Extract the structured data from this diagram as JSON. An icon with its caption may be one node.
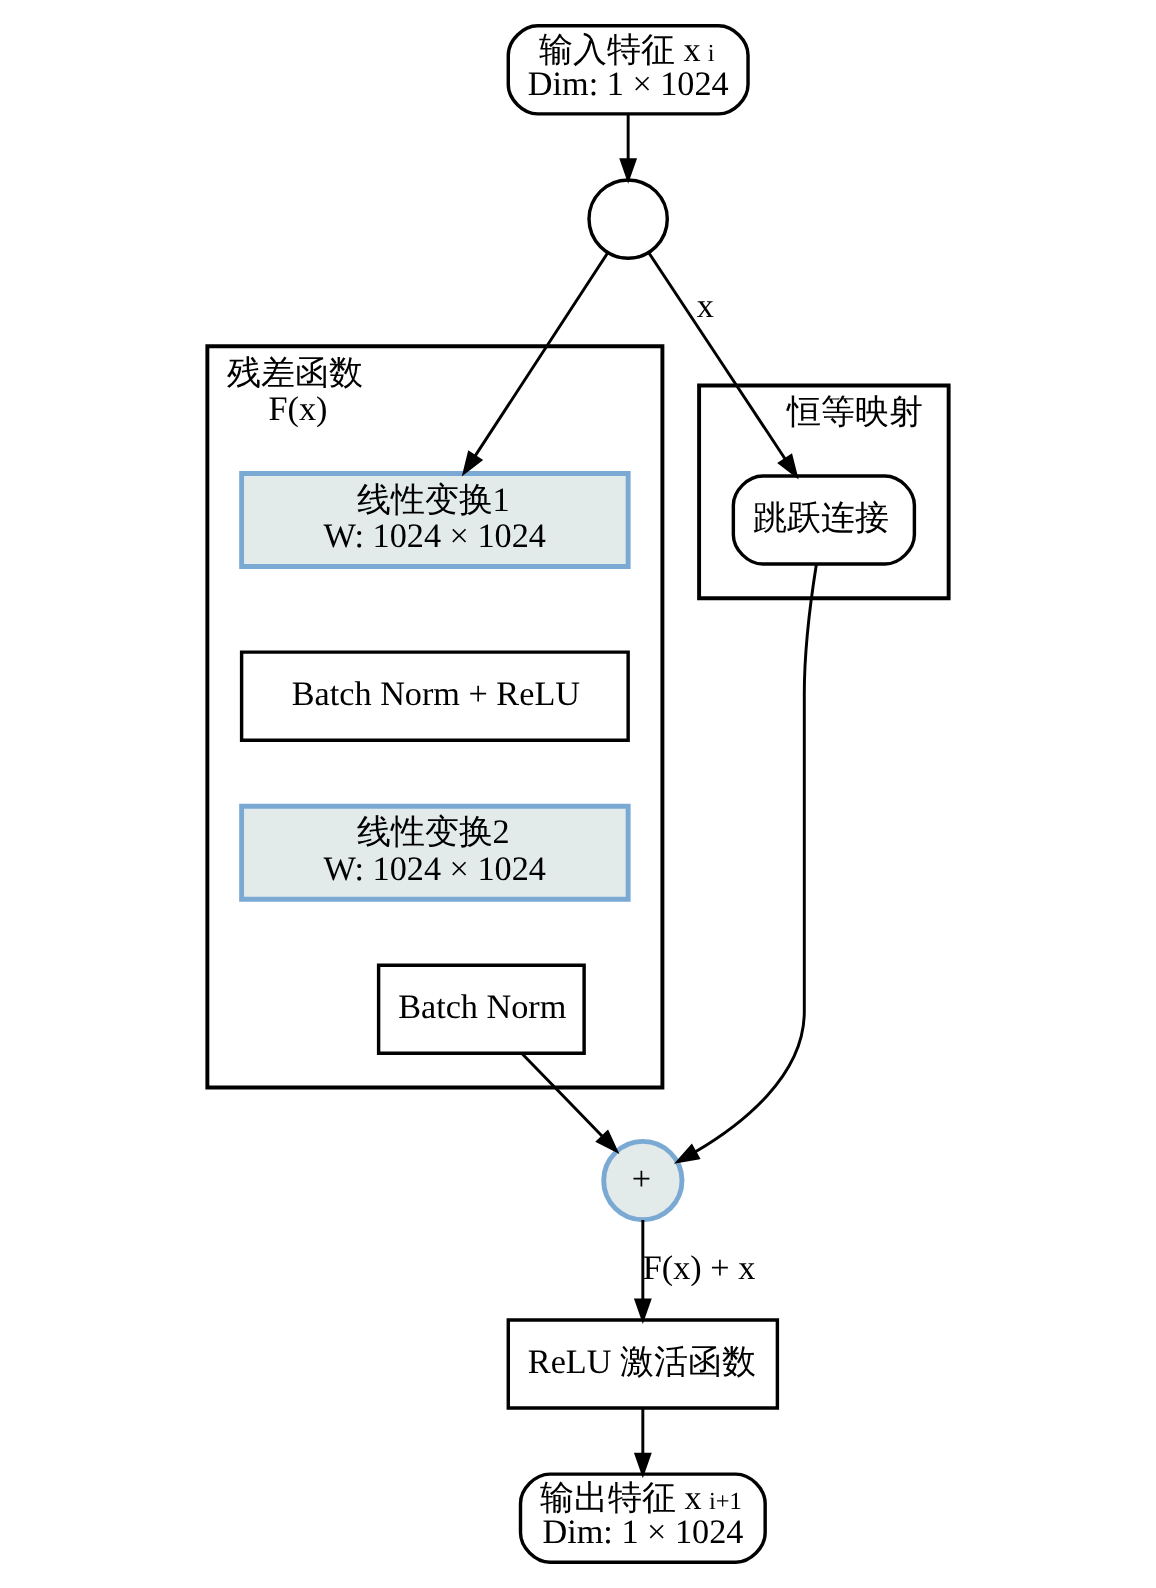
{
  "diagram": {
    "nodes": [
      {
        "text": [
          "输入特征 x$_{i}$",
          "Dim: 1 × 1024"
        ]
      },
      {
        "text": [],
        "shape": "circle"
      },
      {
        "text": [
          "残差函数",
          "F(x)"
        ]
      },
      {
        "text": [
          "线性变换1",
          "W: 1024 × 1024"
        ],
        "in": 2
      },
      {
        "text": [
          "Batch Norm + ReLU"
        ],
        "in": 2
      },
      {
        "text": [
          "线性变换2",
          "W: 1024 × 1024"
        ],
        "in": 2
      },
      {
        "text": [
          "Batch Norm"
        ],
        "in": 2
      },
      {
        "text": [
          "恒等映射"
        ]
      },
      {
        "text": [
          "跳跃连接"
        ],
        "in": 7
      },
      {
        "text": [
          "+"
        ]
      },
      {
        "text": [
          "ReLU 激活函数"
        ]
      },
      {
        "text": [
          "输出特征 x$_{i+1}$",
          "Dim: 1 × 1024"
        ]
      }
    ],
    "edges": [
      {
        "from": 0,
        "to": 1,
        "arrow": "to"
      },
      {
        "from": 1,
        "to": 3,
        "arrow": "to"
      },
      {
        "from": 1,
        "to": 8,
        "arrow": "to",
        "label": "x"
      },
      {
        "from": 6,
        "to": 9,
        "arrow": "to"
      },
      {
        "from": 8,
        "to": 9,
        "arrow": "to"
      },
      {
        "from": 9,
        "to": 10,
        "arrow": "to",
        "label": "F(x) + x"
      },
      {
        "from": 10,
        "to": 11,
        "arrow": "to"
      }
    ]
  }
}
